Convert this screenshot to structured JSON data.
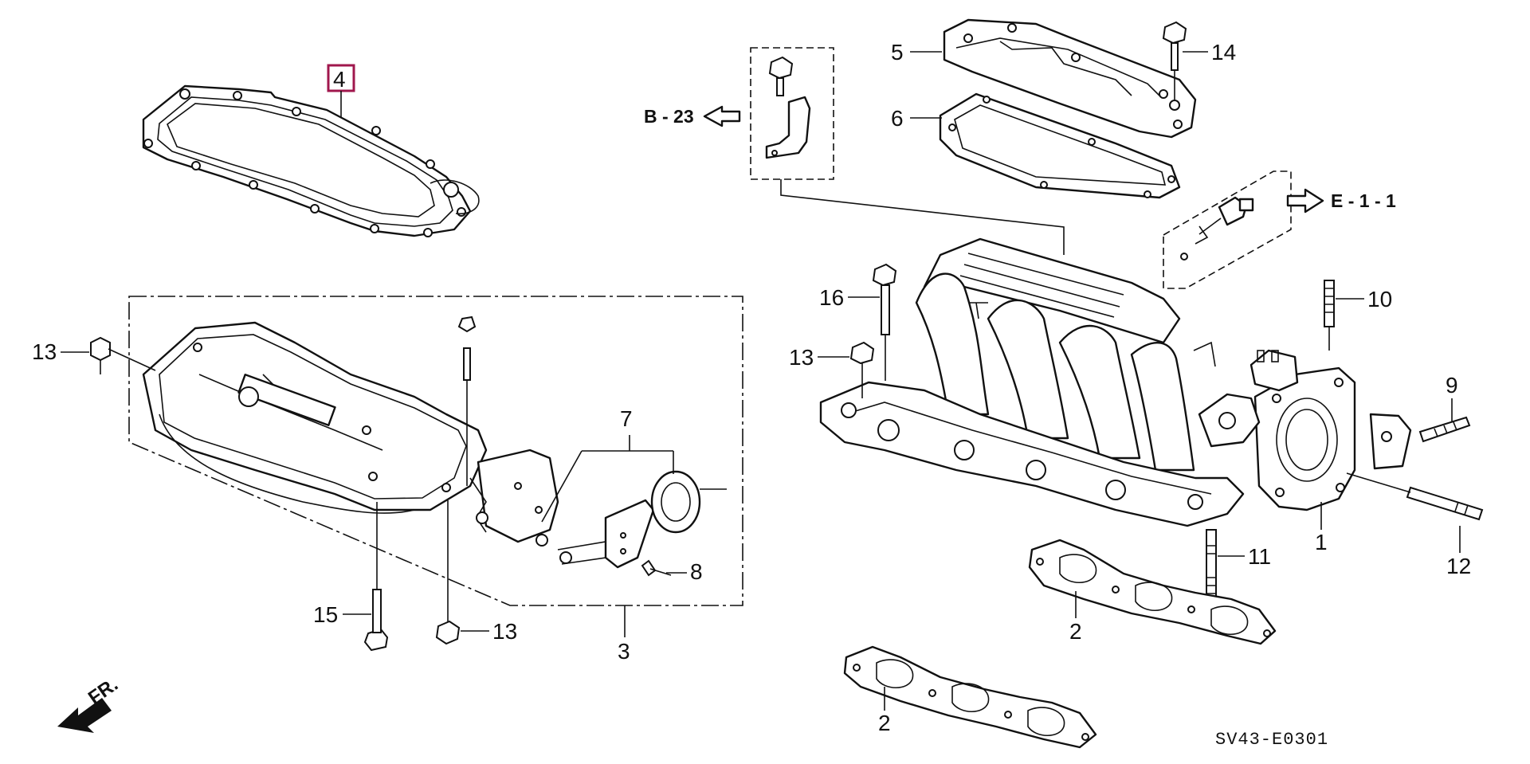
{
  "diagram_code": "SV43-E0301",
  "front_label": "FR.",
  "highlighted_callout": "4",
  "highlight_color": "#a0174d",
  "callouts": {
    "c1": "1",
    "c2a": "2",
    "c2b": "2",
    "c3": "3",
    "c4": "4",
    "c5": "5",
    "c6": "6",
    "c7": "7",
    "c8": "8",
    "c9": "9",
    "c10": "10",
    "c11": "11",
    "c12": "12",
    "c13a": "13",
    "c13b": "13",
    "c13c": "13",
    "c14": "14",
    "c15": "15",
    "c16": "16"
  },
  "references": {
    "ref_b23": "B - 23",
    "ref_e11": "E - 1 - 1"
  }
}
